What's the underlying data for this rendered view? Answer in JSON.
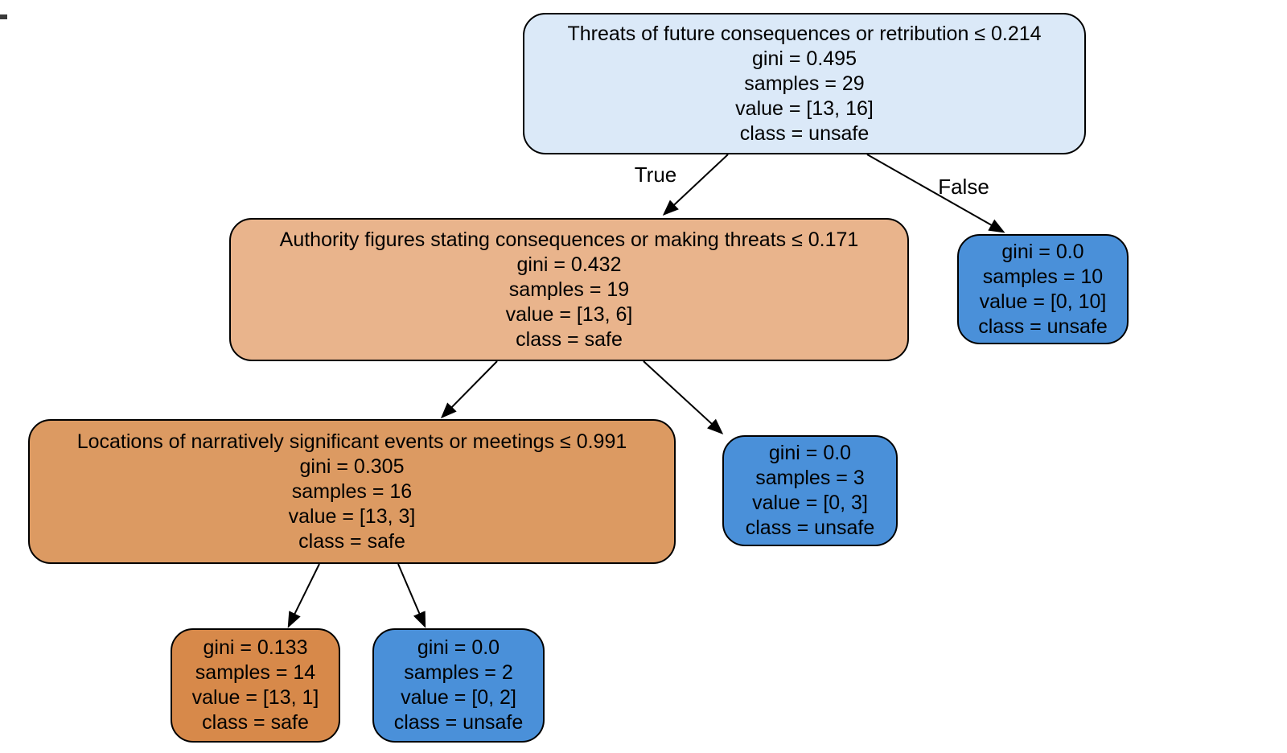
{
  "diagram": {
    "type": "decision-tree",
    "classes": [
      "safe",
      "unsafe"
    ]
  },
  "nodes": [
    {
      "id": "root",
      "role": "internal",
      "fill": "#dbe9f8",
      "condition": "Threats of future consequences or retribution ≤ 0.214",
      "gini": "gini = 0.495",
      "samples": "samples = 29",
      "value": "value = [13, 16]",
      "class": "class = unsafe"
    },
    {
      "id": "node-l",
      "role": "internal",
      "fill": "#e9b48c",
      "condition": "Authority figures stating consequences or making threats ≤ 0.171",
      "gini": "gini = 0.432",
      "samples": "samples = 19",
      "value": "value = [13, 6]",
      "class": "class = safe"
    },
    {
      "id": "node-r",
      "role": "leaf",
      "fill": "#4a90d9",
      "gini": "gini = 0.0",
      "samples": "samples = 10",
      "value": "value = [0, 10]",
      "class": "class = unsafe"
    },
    {
      "id": "node-ll",
      "role": "internal",
      "fill": "#dc9a62",
      "condition": "Locations of narratively significant events or meetings ≤ 0.991",
      "gini": "gini = 0.305",
      "samples": "samples = 16",
      "value": "value = [13, 3]",
      "class": "class = safe"
    },
    {
      "id": "node-lr",
      "role": "leaf",
      "fill": "#4a90d9",
      "gini": "gini = 0.0",
      "samples": "samples = 3",
      "value": "value = [0, 3]",
      "class": "class = unsafe"
    },
    {
      "id": "node-lll",
      "role": "leaf",
      "fill": "#d7894a",
      "gini": "gini = 0.133",
      "samples": "samples = 14",
      "value": "value = [13, 1]",
      "class": "class = safe"
    },
    {
      "id": "node-llr",
      "role": "leaf",
      "fill": "#4a90d9",
      "gini": "gini = 0.0",
      "samples": "samples = 2",
      "value": "value = [0, 2]",
      "class": "class = unsafe"
    }
  ],
  "edges": [
    {
      "from": "root",
      "to": "node-l",
      "label": "True"
    },
    {
      "from": "root",
      "to": "node-r",
      "label": "False"
    },
    {
      "from": "node-l",
      "to": "node-ll",
      "label": ""
    },
    {
      "from": "node-l",
      "to": "node-lr",
      "label": ""
    },
    {
      "from": "node-ll",
      "to": "node-lll",
      "label": ""
    },
    {
      "from": "node-ll",
      "to": "node-llr",
      "label": ""
    }
  ],
  "colors": {
    "background": "#ffffff",
    "node_border": "#000000",
    "root_fill": "#dbe9f8",
    "safe_light_fill": "#e9b48c",
    "safe_mid_fill": "#dc9a62",
    "safe_strong_fill": "#d7894a",
    "unsafe_fill": "#4a90d9",
    "text": "#000000"
  }
}
